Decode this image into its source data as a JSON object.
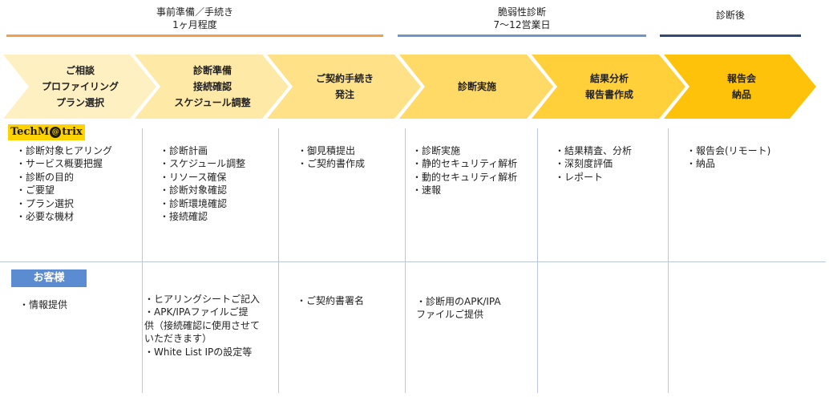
{
  "phases": [
    {
      "title": "事前準備／手続き",
      "duration": "1ヶ月程度",
      "color": "#f0a04b"
    },
    {
      "title": "脆弱性診断",
      "duration": "7～12営業日",
      "color": "#6f95c9"
    },
    {
      "title": "診断後",
      "duration": "",
      "color": "#2f4a78"
    }
  ],
  "steps": [
    {
      "label": "ご相談\nプロファイリング\nプラン選択",
      "color": "#fff0c2"
    },
    {
      "label": "診断準備\n接続確認\nスケジュール調整",
      "color": "#ffe9a6"
    },
    {
      "label": "ご契約手続き\n発注",
      "color": "#ffe288"
    },
    {
      "label": "診断実施",
      "color": "#ffda66"
    },
    {
      "label": "結果分析\n報告書作成",
      "color": "#ffd03a"
    },
    {
      "label": "報告会\n納品",
      "color": "#ffc20a"
    }
  ],
  "vendor": {
    "logo_left": "TechM",
    "logo_mark": "@",
    "logo_right": "trix",
    "columns": [
      [
        "・診断対象ヒアリング",
        "・サービス概要把握",
        "・診断の目的",
        "・ご要望",
        "・プラン選択",
        "・必要な機材"
      ],
      [
        "・診断計画",
        "・スケジュール調整",
        "・リソース確保",
        "・診断対象確認",
        "・診断環境確認",
        "・接続確認"
      ],
      [
        "・御見積提出",
        "・ご契約書作成"
      ],
      [
        "・診断実施",
        "・静的セキュリティ解析",
        "・動的セキュリティ解析",
        "・速報"
      ],
      [
        "・結果精査、分析",
        "・深刻度評価",
        "・レポート"
      ],
      [
        "・報告会(リモート)",
        "・納品"
      ]
    ]
  },
  "customer": {
    "label": "お客様",
    "columns": [
      [
        "・情報提供"
      ],
      [
        "・ヒアリングシートご記入",
        "・APK/IPAファイルご提\n供（接続確認に使用させて\nいただきます）",
        "・White List IPの設定等"
      ],
      [
        "・ご契約書署名"
      ],
      [
        "・診断用のAPK/IPA\nファイルご提供"
      ],
      [],
      []
    ]
  }
}
